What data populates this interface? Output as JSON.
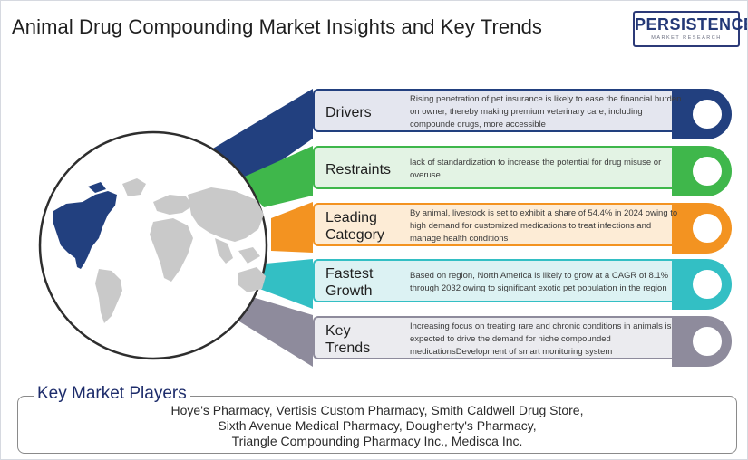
{
  "header": {
    "title": "Animal Drug Compounding Market Insights and Key Trends",
    "logo_main": "PERSISTENCE",
    "logo_sub": "MARKET RESEARCH"
  },
  "rows": [
    {
      "label": "Drivers",
      "desc": "Rising penetration of pet insurance is likely to ease the financial burden on owner, thereby making premium veterinary care, including compounde drugs, more accessible",
      "color": "#22407f",
      "fill": "#e4e6ef"
    },
    {
      "label": "Restraints",
      "desc": "lack of standardization to increase the potential for drug misuse or overuse",
      "color": "#3fb74b",
      "fill": "#e3f3e4"
    },
    {
      "label": "Leading Category",
      "desc": "By animal, livestock is set to exhibit a share of 54.4% in 2024 owing to high demand for customized medications to treat infections and manage health conditions",
      "color": "#f39321",
      "fill": "#fdecd6"
    },
    {
      "label": "Fastest Growth",
      "desc": "Based on region, North America is likely to grow at a CAGR of 8.1% through 2032 owing to significant exotic pet population in the region",
      "color": "#33bfc4",
      "fill": "#dcf2f3"
    },
    {
      "label": "Key Trends",
      "desc": "Increasing focus on treating rare and chronic conditions in animals is expected to drive the demand for niche compounded medicationsDevelopment of smart monitoring system",
      "color": "#8e8b9c",
      "fill": "#ebebef"
    }
  ],
  "players": {
    "title": "Key Market Players",
    "lines": [
      "Hoye's Pharmacy, Vertisis Custom Pharmacy, Smith Caldwell Drug Store,",
      "Sixth Avenue Medical Pharmacy, Dougherty's Pharmacy,",
      "Triangle Compounding Pharmacy Inc., Medisca Inc."
    ]
  },
  "colors": {
    "globe_land": "#c9c9c9",
    "highlight_region": "#22407f",
    "globe_border": "#2e2e2e"
  }
}
